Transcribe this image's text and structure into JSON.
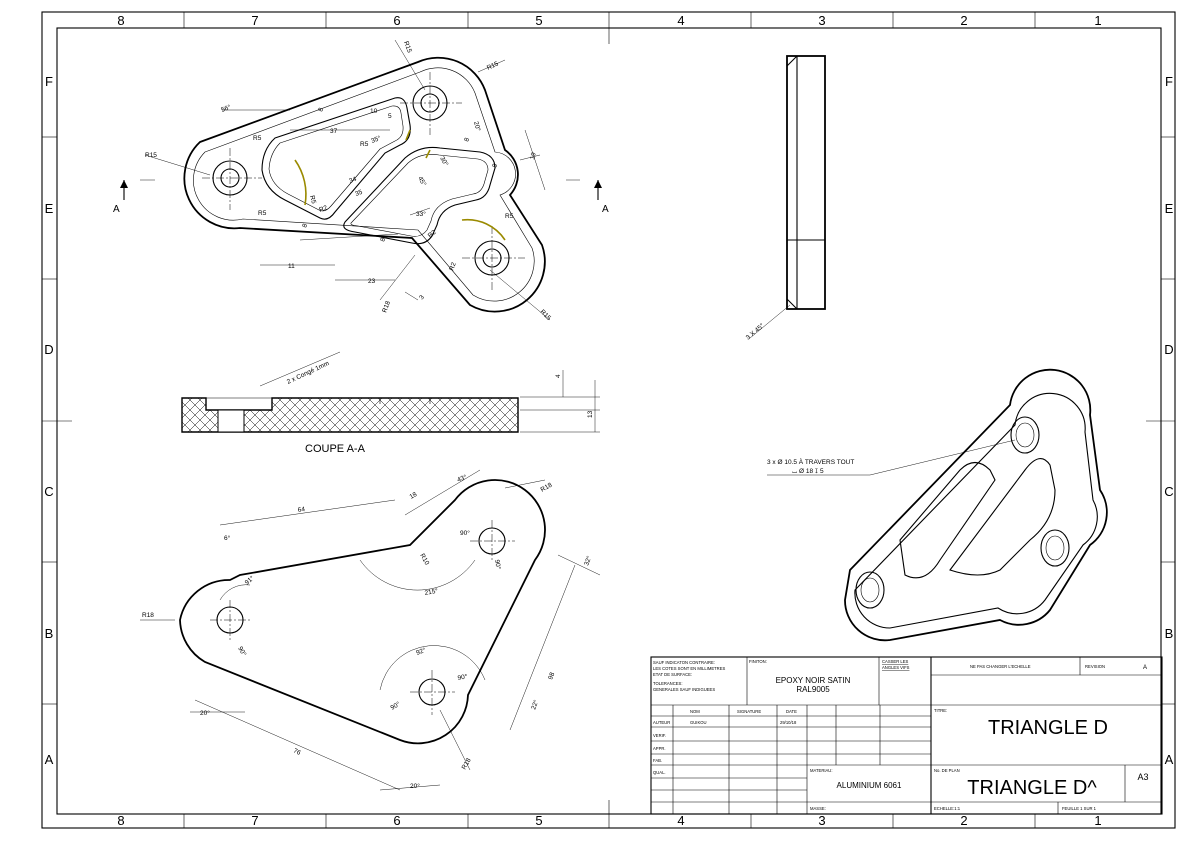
{
  "border": {
    "columns": [
      "8",
      "7",
      "6",
      "5",
      "4",
      "3",
      "2",
      "1"
    ],
    "rows": [
      "F",
      "E",
      "D",
      "C",
      "B",
      "A"
    ]
  },
  "top_view": {
    "section_marker": "A",
    "dims": {
      "r15_left": "R15",
      "r15_top": "R15",
      "r15_top2": "R15",
      "r15_bottom": "R15",
      "angle_56": "56°",
      "r5_a": "R5",
      "r5_b": "R5",
      "r5_c": "R5",
      "r5_d": "R5",
      "r5_e": "R5",
      "d37": "37",
      "d34": "34",
      "d35": "35",
      "d19": "19",
      "d11": "11",
      "d23": "23",
      "d8_a": "8",
      "d8_b": "8",
      "d8_c": "8",
      "d8_d": "8",
      "d8_e": "8",
      "d3": "3",
      "r18": "R18",
      "r2_a": "R2",
      "r2_b": "R2",
      "r2_c": "R2",
      "angle_33": "33°",
      "angle_35": "35°",
      "angle_45": "45°",
      "angle_20": "20°",
      "angle_30": "30°",
      "d10": "10",
      "d5": "5"
    }
  },
  "side_view": {
    "chamfer": "3 X 45°"
  },
  "section": {
    "fillet_note": "2 x Congé 1mm",
    "title": "COUPE A-A",
    "d4": "4",
    "d13": "13"
  },
  "layout_view": {
    "dims": {
      "d64": "64",
      "d18": "18",
      "angle_43": "43°",
      "r18_top": "R18",
      "angle_6": "6°",
      "r10": "R10",
      "angle_90_a": "90°",
      "angle_90_b": "90°",
      "angle_91": "91°",
      "angle_215": "215°",
      "d32": "32°",
      "r18_left": "R18",
      "angle_90_c": "90°",
      "angle_92": "92°",
      "angle_90_d": "90°",
      "angle_90_e": "90°",
      "d98": "98",
      "angle_22": "22°",
      "angle_20_a": "20°",
      "d76": "76",
      "angle_20_b": "20°",
      "r18_bottom": "R18"
    }
  },
  "iso_view": {
    "hole_note_1": "3 x Ø 10.5 À TRAVERS TOUT",
    "hole_note_2": "⌴ Ø 18 ↧ 5"
  },
  "title_block": {
    "notes": [
      "SAUF INDICATON CONTRAIRE:",
      "LES COTES SONT EN MILLIMETRES",
      "ETAT DE SURFACE:",
      "TOLERANCES:",
      "GENERALES SAUF INDIGUEES"
    ],
    "finition_label": "FINITON:",
    "finition_1": "EPOXY NOIR SATIN",
    "finition_2": "RAL9005",
    "casser_1": "CASSER LES",
    "casser_2": "ANGLES VIFS",
    "no_scale": "NE PAS CHANGER L'ECHELLE",
    "revision_label": "REVISION",
    "revision": "A",
    "col_nom": "NOM",
    "col_signature": "SIGNATURE",
    "col_date": "DATE",
    "rows": [
      "AUTEUR",
      "VERIF.",
      "APPR.",
      "FAB.",
      "QUAL."
    ],
    "auteur_nom": "GUIKOU",
    "auteur_date": "29/10/18",
    "titre_label": "TITRE:",
    "title": "TRIANGLE D",
    "materiau_label": "MATERIAU:",
    "materiau": "ALUMINIUM 6061",
    "no_plan_label": "No. DE PLAN",
    "no_plan": "TRIANGLE D^",
    "format": "A3",
    "masse_label": "MASSE:",
    "echelle": "ECHELLE:1:1",
    "feuille": "FEUILLE 1 SUR 1"
  }
}
